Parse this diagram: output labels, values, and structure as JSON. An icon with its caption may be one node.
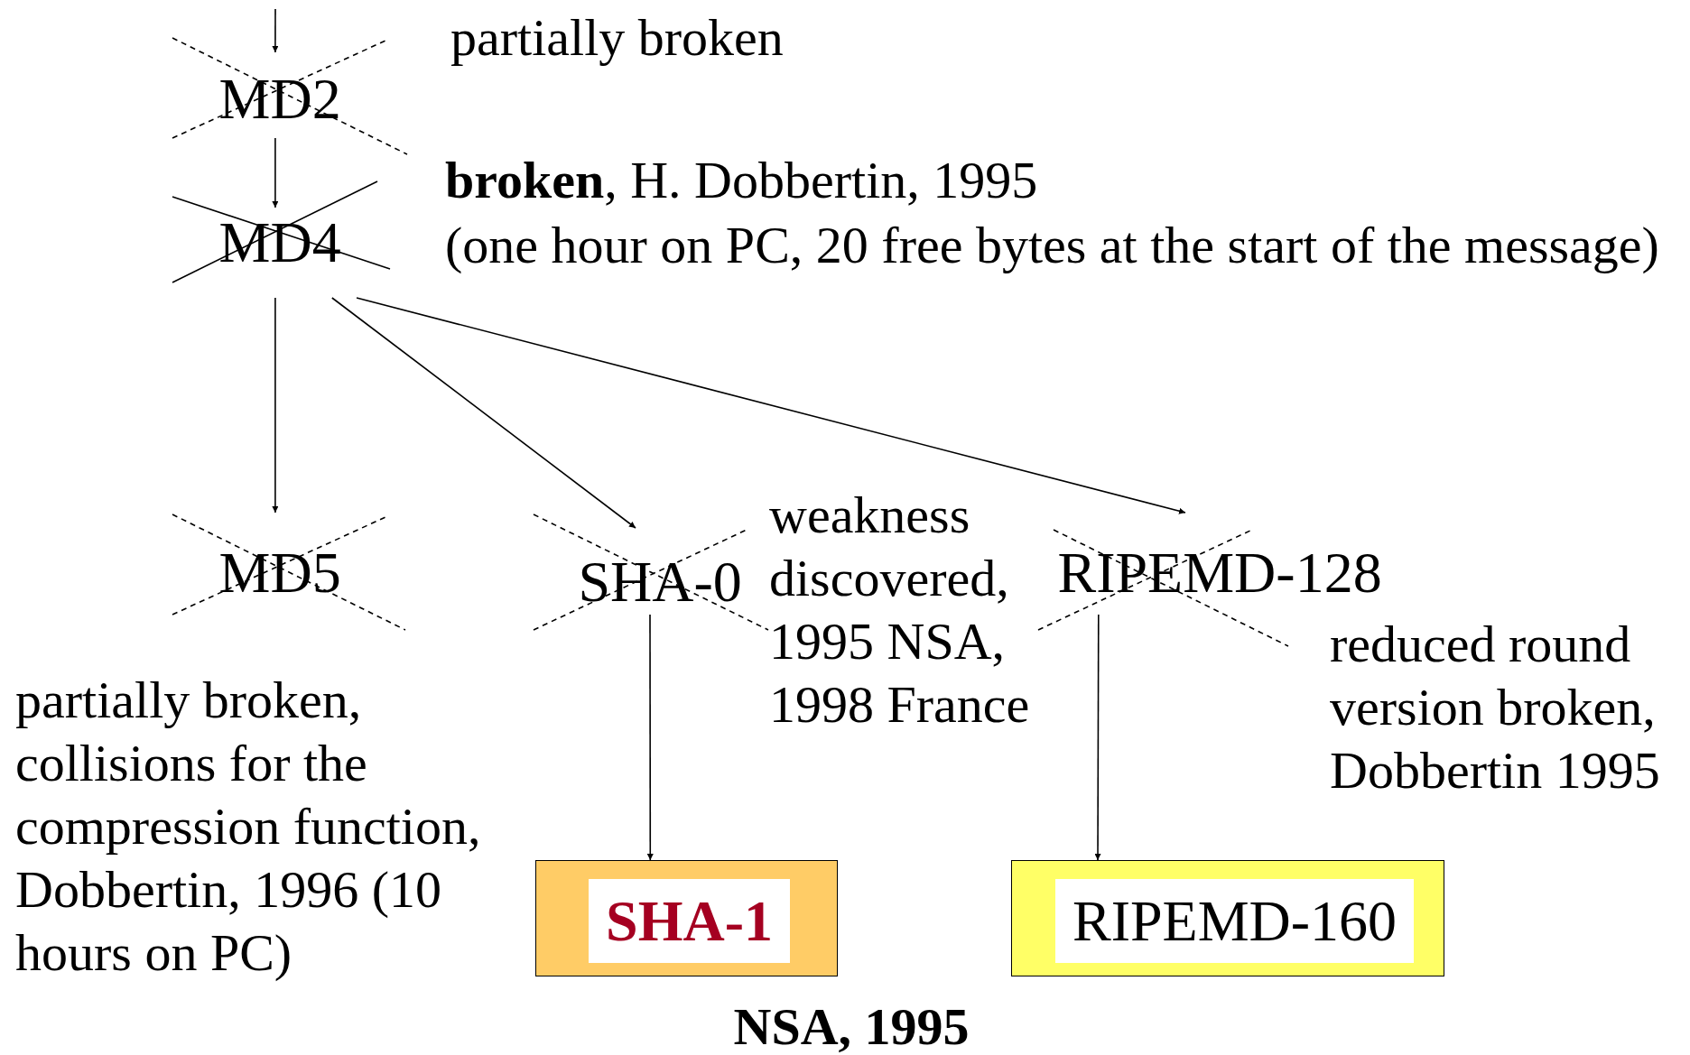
{
  "diagram": {
    "nodes": [
      {
        "text": [
          "MD2"
        ],
        "beside": [
          "partially broken"
        ]
      },
      {
        "text": [
          "MD4"
        ],
        "beside": [
          "**broken**, H. Dobbertin, 1995",
          "(one hour on PC, 20 free bytes at the start of the message)"
        ]
      },
      {
        "text": [
          "MD5"
        ],
        "beside": [
          "partially broken, collisions for the compression function, Dobbertin, 1996 (10 hours on PC)"
        ]
      },
      {
        "text": [
          "SHA-0"
        ],
        "beside": [
          "weakness discovered, 1995 NSA, 1998 France"
        ]
      },
      {
        "text": [
          "RIPEMD-128"
        ],
        "beside": [
          "reduced round version broken, Dobbertin 1995"
        ]
      },
      {
        "text": [
          "SHA-1"
        ]
      },
      {
        "text": [
          "RIPEMD-160"
        ]
      }
    ],
    "edges": [
      {
        "from": null,
        "to": 0,
        "arrow": "to"
      },
      {
        "from": 0,
        "to": 1,
        "arrow": "to"
      },
      {
        "from": 1,
        "to": 2,
        "arrow": "to"
      },
      {
        "from": 1,
        "to": 3,
        "arrow": "to"
      },
      {
        "from": 1,
        "to": 4,
        "arrow": "to"
      },
      {
        "from": 3,
        "to": 5,
        "arrow": "to"
      },
      {
        "from": 4,
        "to": 6,
        "arrow": "to"
      }
    ],
    "labels": [
      "NSA, 1995"
    ]
  }
}
